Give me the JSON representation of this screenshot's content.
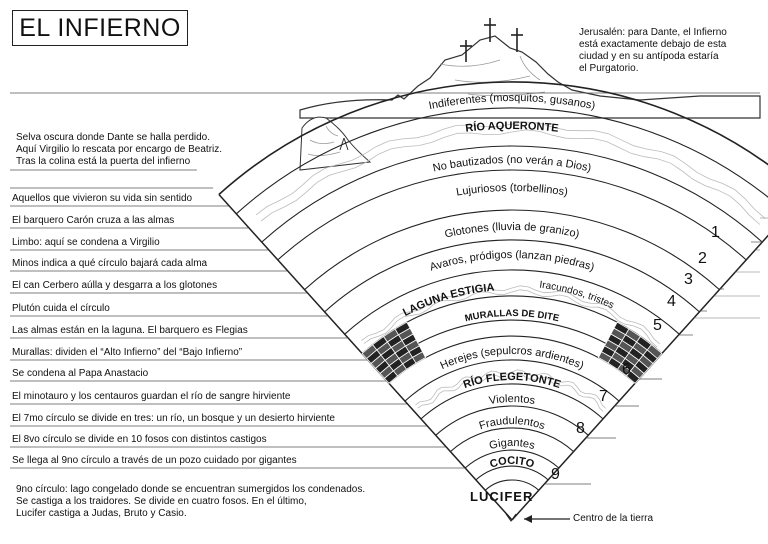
{
  "title": "EL INFIERNO",
  "jerusalem_note": "Jerusalén: para Dante, el Infierno\nestá exactamente debajo de esta\nciudad y en su antípoda estaría\nel Purgatorio.",
  "selva_note": "Selva oscura donde Dante se halla perdido.\nAquí Virgilio lo rescata por encargo de Beatriz.\nTras la colina está la puerta del infierno",
  "left_labels": [
    "Aquellos que vivieron su vida sin sentido",
    "El barquero Carón cruza a las almas",
    "Limbo: aquí se condena a Virgilio",
    "Minos indica a qué círculo bajará cada alma",
    "El can Cerbero aúlla y desgarra a los glotones",
    "Plutón cuida el círculo",
    "Las almas están en la laguna. El barquero es Flegias",
    "Murallas: dividen el “Alto Infierno” del “Bajo Infierno”",
    "Se condena al Papa Anastacio",
    "El minotauro y los centauros guardan el río de sangre hirviente",
    "El 7mo círculo se divide en tres: un río, un bosque y un desierto hirviente",
    "El 8vo círculo se divide en 10 fosos con distintos castigos",
    "Se llega al 9no círculo a través de un pozo cuidado por gigantes"
  ],
  "ninth_note": "9no círculo: lago congelado donde se encuentran sumergidos los condenados.\nSe castiga a los traidores. Se divide en cuatro fosos. En el último,\nLucifer castiga a Judas, Bruto y Casio.",
  "rings": [
    "Indiferentes (mosquitos, gusanos)",
    "RÍO AQUERONTE",
    "No bautizados (no verán a Dios)",
    "Lujuriosos (torbellinos)",
    "Glotones (lluvia de granizo)",
    "Avaros, pródigos (lanzan piedras)",
    "Iracundos, tristes",
    "LAGUNA ESTIGIA",
    "MURALLAS DE DITE",
    "Herejes (sepulcros ardientes)",
    "RÍO FLEGETONTE",
    "Violentos",
    "Fraudulentos",
    "Gigantes",
    "COCITO"
  ],
  "circle_numbers": [
    "1",
    "2",
    "3",
    "4",
    "5",
    "6",
    "7",
    "8",
    "9"
  ],
  "lucifer": "LUCIFER",
  "centro": "Centro de la tierra"
}
